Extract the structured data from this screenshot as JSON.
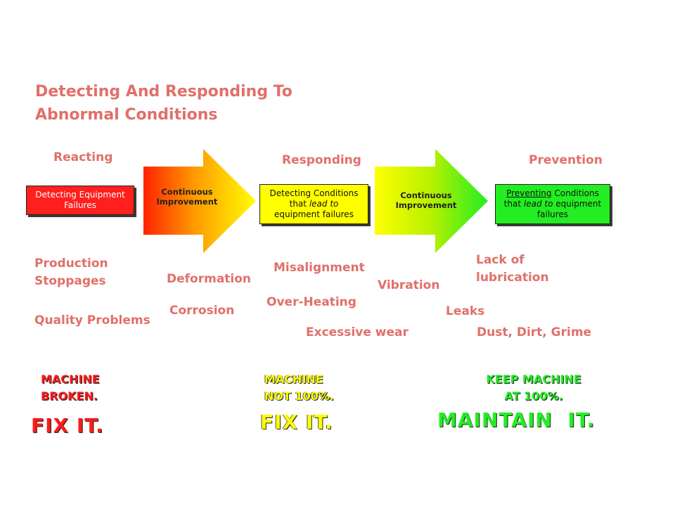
{
  "title_line1": "Detecting And Responding To",
  "title_line2": "Abnormal Conditions",
  "phases": {
    "reacting": "Reacting",
    "responding": "Responding",
    "prevention": "Prevention"
  },
  "boxes": {
    "red": {
      "line1": "Detecting Equipment",
      "line2": "Failures"
    },
    "yellow": {
      "line1": "Detecting Conditions",
      "line2_a": "that ",
      "line2_b": "lead to",
      "line3": "equipment failures"
    },
    "green": {
      "line1_u": "Preventing",
      "line1_rest": " Conditions",
      "line2_a": "that ",
      "line2_b": "lead to",
      "line2_c": " equipment",
      "line3": "failures"
    }
  },
  "arrows": {
    "first": {
      "line1": "Continuous",
      "line2": "Improvement"
    },
    "second": {
      "line1": "Continuous",
      "line2": "Improvement"
    }
  },
  "conditions": {
    "production_l1": "Production",
    "production_l2": "Stoppages",
    "quality": "Quality Problems",
    "deformation": "Deformation",
    "corrosion": "Corrosion",
    "misalignment": "Misalignment",
    "overheating": "Over-Heating",
    "excessive_wear": "Excessive wear",
    "vibration": "Vibration",
    "lubrication_l1": "Lack of",
    "lubrication_l2": "lubrication",
    "leaks": "Leaks",
    "dust": "Dust, Dirt, Grime"
  },
  "verdicts": {
    "broken_l1": "MACHINE",
    "broken_l2": "BROKEN.",
    "broken_action": "FIX IT.",
    "not100_l1": "MACHINE",
    "not100_l2": "NOT 100%.",
    "not100_action": "FIX IT.",
    "keep_l1": "KEEP MACHINE",
    "keep_l2": "AT 100%.",
    "keep_action": "MAINTAIN  IT."
  },
  "colors": {
    "title": "#e0706a",
    "red": "#ff1f1f",
    "yellow": "#ffff00",
    "green": "#22ee22",
    "orange": "#ff8c00"
  }
}
